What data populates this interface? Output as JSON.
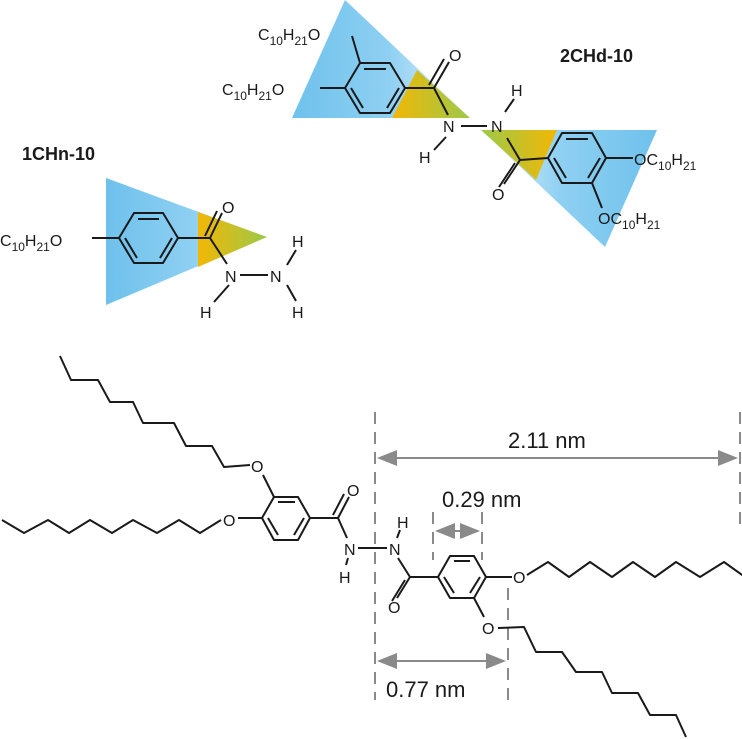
{
  "labels": {
    "compound_1": "1CHn-10",
    "compound_2": "2CHd-10"
  },
  "atoms": {
    "O": "O",
    "N": "N",
    "H": "H"
  },
  "alkoxy_prefix": [
    "C",
    "10",
    "H",
    "21",
    "O"
  ],
  "alkoxy_suffix": [
    "O",
    "C",
    "10",
    "H",
    "21"
  ],
  "dimensions": {
    "total_length": "2.11 nm",
    "ring_width": "0.29 nm",
    "core_width": "0.77 nm"
  },
  "colors": {
    "blue": "#6ec1ec",
    "yellow": "#f2b705",
    "green": "#9cc94a",
    "dimension_gray": "#8a8a8a"
  }
}
